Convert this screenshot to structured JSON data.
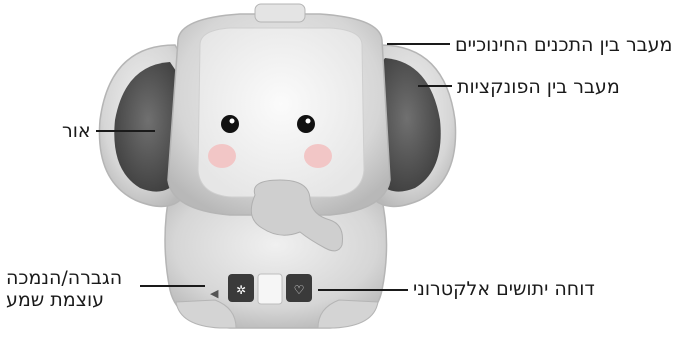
{
  "labels": {
    "content_switch": "מעבר בין התכנים החינוכיים",
    "function_switch": "מעבר בין הפונקציות",
    "light": "אור",
    "volume_line1": "הגברה/הנמכה",
    "volume_line2": "עוצמת שמע",
    "electronic_monitor": "דוחה יתושים אלקטרוני"
  },
  "colors": {
    "body": "#dcdcdc",
    "ear_pad": "#5a5a5a",
    "face_screen": "#f3f3f3",
    "cheek": "#f2c6c6",
    "eye": "#111111"
  },
  "icons": [
    "volume-icon",
    "mosquito-icon",
    "heart-icon"
  ]
}
